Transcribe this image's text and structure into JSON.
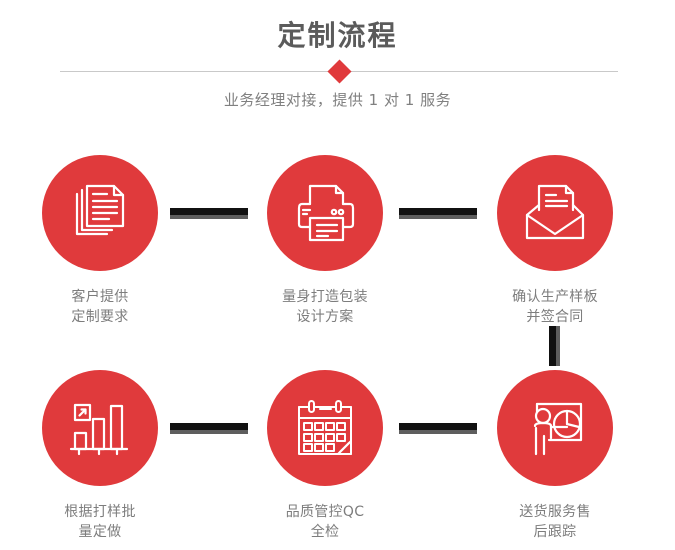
{
  "header": {
    "title": "定制流程",
    "subtitle": "业务经理对接，提供 1 对 1 服务",
    "diamond_color": "#e03a3c",
    "divider_color": "#c9c9c9",
    "title_color": "#5b5b5b",
    "subtitle_color": "#808080"
  },
  "theme": {
    "accent": "#e03a3c",
    "connector_dark": "#111111",
    "connector_gray": "#5e5e5e",
    "label_color": "#7d7d7d",
    "background": "#ffffff"
  },
  "flow": {
    "steps": [
      {
        "index": 1,
        "icon": "documents-stack-icon",
        "line1": "客户提供",
        "line2": "定制要求"
      },
      {
        "index": 2,
        "icon": "printer-icon",
        "line1": "量身打造包装",
        "line2": "设计方案"
      },
      {
        "index": 3,
        "icon": "envelope-document-icon",
        "line1": "确认生产样板",
        "line2": "并签合同"
      },
      {
        "index": 4,
        "icon": "bar-chart-growth-icon",
        "line1": "根据打样批",
        "line2": "量定做"
      },
      {
        "index": 5,
        "icon": "calendar-icon",
        "line1": "品质管控QC",
        "line2": "全检"
      },
      {
        "index": 6,
        "icon": "presentation-pie-chart-icon",
        "line1": "送货服务售",
        "line2": "后跟踪"
      }
    ],
    "connectors": [
      {
        "name": "connector-1-to-2",
        "orientation": "horizontal"
      },
      {
        "name": "connector-2-to-3",
        "orientation": "horizontal"
      },
      {
        "name": "connector-3-to-4",
        "orientation": "vertical"
      },
      {
        "name": "connector-4-to-5",
        "orientation": "horizontal"
      },
      {
        "name": "connector-5-to-6",
        "orientation": "horizontal"
      }
    ]
  }
}
